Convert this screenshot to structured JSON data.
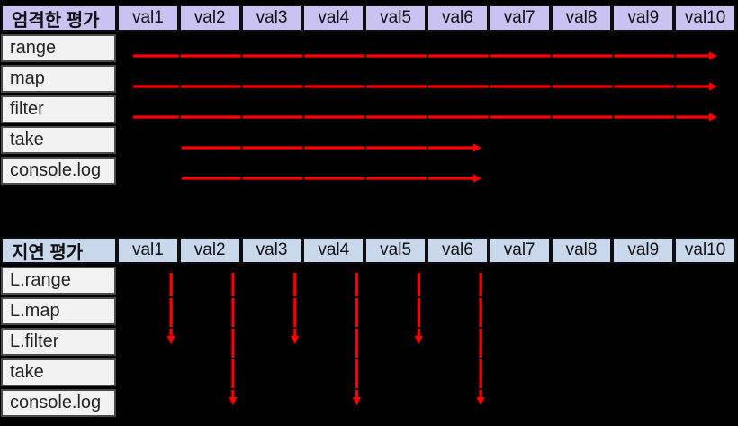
{
  "columns": [
    "val1",
    "val2",
    "val3",
    "val4",
    "val5",
    "val6",
    "val7",
    "val8",
    "val9",
    "val10"
  ],
  "strict": {
    "title": "엄격한 평가",
    "rows": [
      "range",
      "map",
      "filter",
      "take",
      "console.log"
    ],
    "arrows": [
      {
        "row": "range",
        "from": "val1",
        "to": "val10"
      },
      {
        "row": "map",
        "from": "val1",
        "to": "val10"
      },
      {
        "row": "filter",
        "from": "val1",
        "to": "val10"
      },
      {
        "row": "take",
        "from": "val2",
        "to": "val6"
      },
      {
        "row": "console.log",
        "from": "val2",
        "to": "val6"
      }
    ]
  },
  "lazy": {
    "title": "지연 평가",
    "rows": [
      "L.range",
      "L.map",
      "L.filter",
      "take",
      "console.log"
    ],
    "arrows": [
      {
        "col": "val1",
        "to_row": "L.filter"
      },
      {
        "col": "val2",
        "to_row": "console.log"
      },
      {
        "col": "val3",
        "to_row": "L.filter"
      },
      {
        "col": "val4",
        "to_row": "console.log"
      },
      {
        "col": "val5",
        "to_row": "L.filter"
      },
      {
        "col": "val6",
        "to_row": "console.log"
      }
    ]
  },
  "colors": {
    "background": "#000000",
    "strict_header": "#cac3f1",
    "lazy_header": "#c9d8ea",
    "row_cell": "#f2f2f2",
    "arrow": "#ff0000"
  }
}
